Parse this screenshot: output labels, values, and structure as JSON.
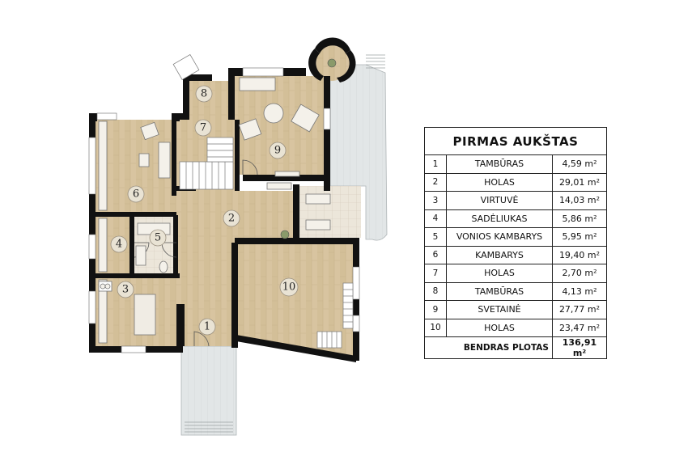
{
  "table": {
    "title": "PIRMAS AUKŠTAS",
    "rows": [
      {
        "no": "1",
        "name": "TAMBŪRAS",
        "area": "4,59 m²"
      },
      {
        "no": "2",
        "name": "HOLAS",
        "area": "29,01 m²"
      },
      {
        "no": "3",
        "name": "VIRTUVĖ",
        "area": "14,03 m²"
      },
      {
        "no": "4",
        "name": "SADĖLIUKAS",
        "area": "5,86 m²"
      },
      {
        "no": "5",
        "name": "VONIOS KAMBARYS",
        "area": "5,95 m²"
      },
      {
        "no": "6",
        "name": "KAMBARYS",
        "area": "19,40 m²"
      },
      {
        "no": "7",
        "name": "HOLAS",
        "area": "2,70 m²"
      },
      {
        "no": "8",
        "name": "TAMBŪRAS",
        "area": "4,13 m²"
      },
      {
        "no": "9",
        "name": "SVETAINĖ",
        "area": "27,77 m²"
      },
      {
        "no": "10",
        "name": "HOLAS",
        "area": "23,47 m²"
      }
    ],
    "total_label": "BENDRAS PLOTAS",
    "total_value": "136,91 m²"
  },
  "plan": {
    "room_labels": [
      "1",
      "2",
      "3",
      "4",
      "5",
      "6",
      "7",
      "8",
      "9",
      "10"
    ]
  },
  "colors": {
    "wood_floor": "#d9c6a2",
    "tile_floor": "#e6dfd2",
    "terrace": "#e4e7e8",
    "wall": "#111111"
  }
}
